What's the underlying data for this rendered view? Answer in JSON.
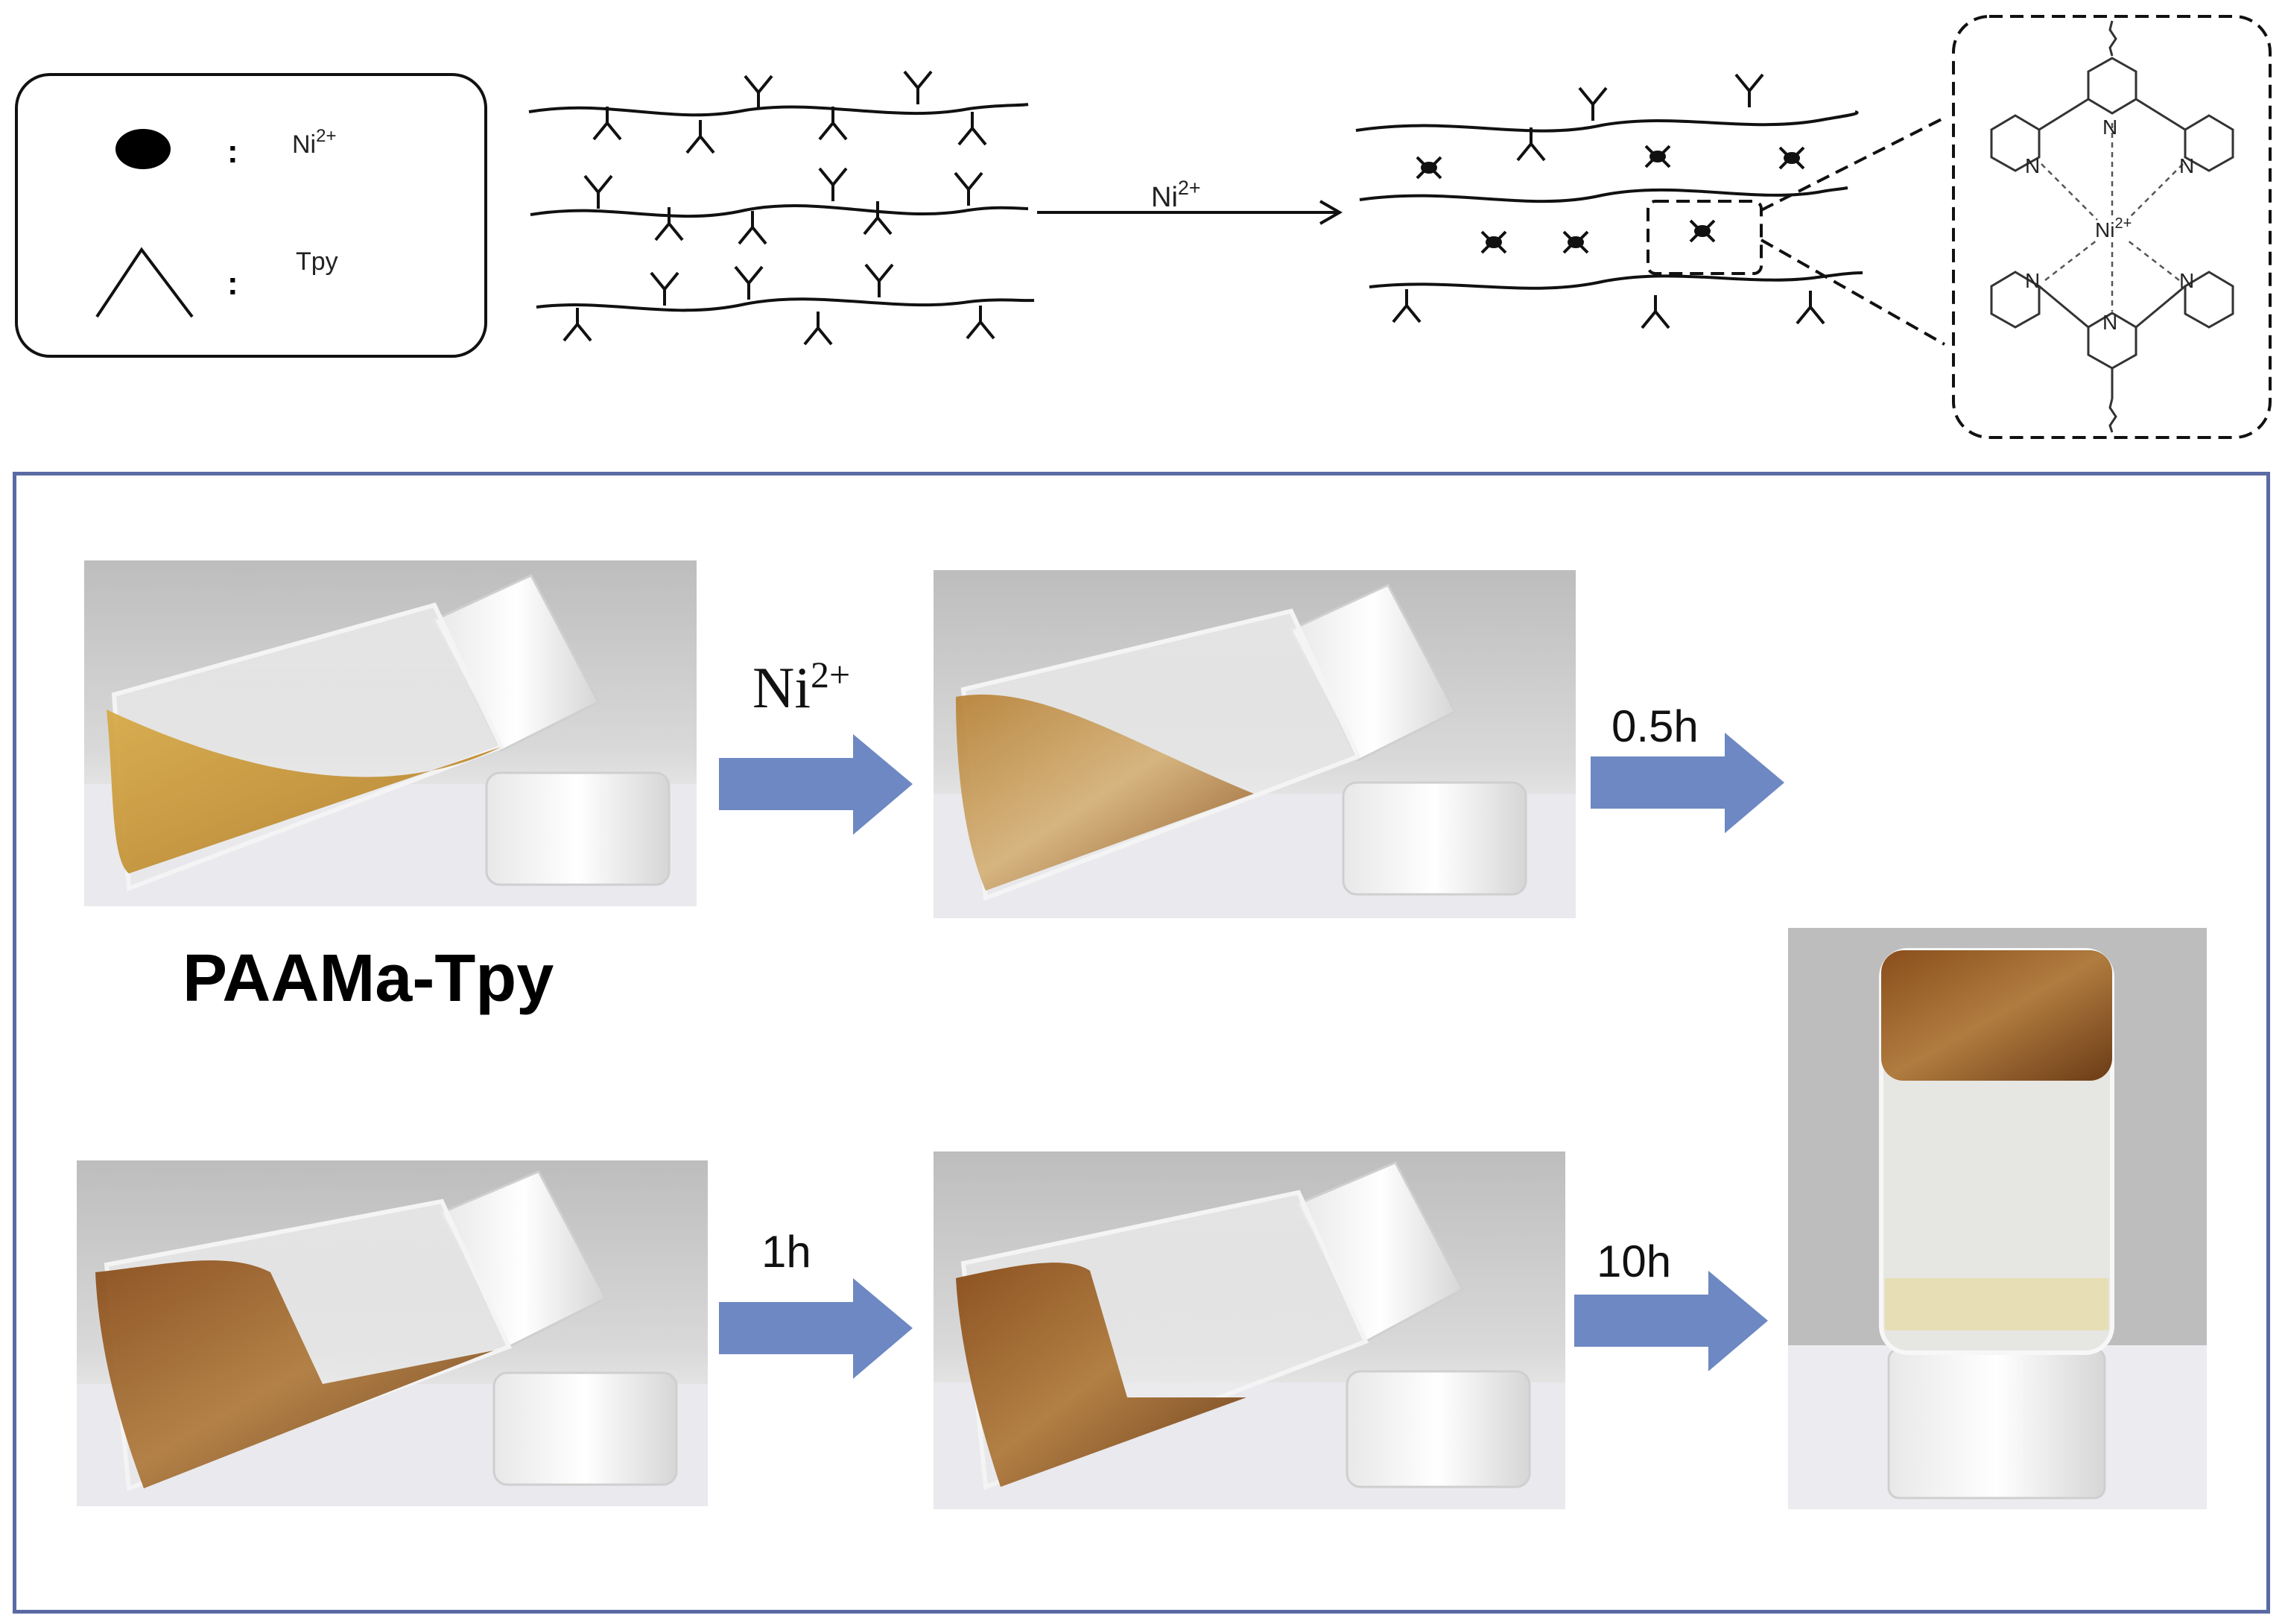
{
  "legend": {
    "ion_symbol": "Ni",
    "ion_charge": "2+",
    "ligand_label": "Tpy",
    "separator": ":"
  },
  "scheme": {
    "reaction_ion": "Ni",
    "reaction_charge": "2+"
  },
  "complex": {
    "atom_n": "N",
    "center_ion": "Ni",
    "center_charge": "2+"
  },
  "experiment": {
    "sample_label": "PAAMa-Tpy",
    "arrow_ion": "Ni",
    "arrow_charge": "2+",
    "steps": [
      "0.5h",
      "1h",
      "10h"
    ]
  },
  "colors": {
    "panel_border": "#5a6aa3",
    "arrow_fill": "#6d88c2",
    "gel_light": "#c99a3a",
    "gel_dark": "#6b3b16"
  }
}
